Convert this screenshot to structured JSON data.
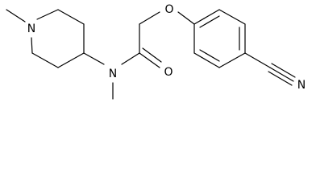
{
  "structure": {
    "atoms": {
      "piperidine_n": "N",
      "amide_n": "N",
      "ether_o": "O",
      "carbonyl_o": "O",
      "nitrile_n": "N"
    },
    "colors": {
      "bond": "#000000",
      "label": "#000000",
      "background": "#ffffff"
    }
  }
}
